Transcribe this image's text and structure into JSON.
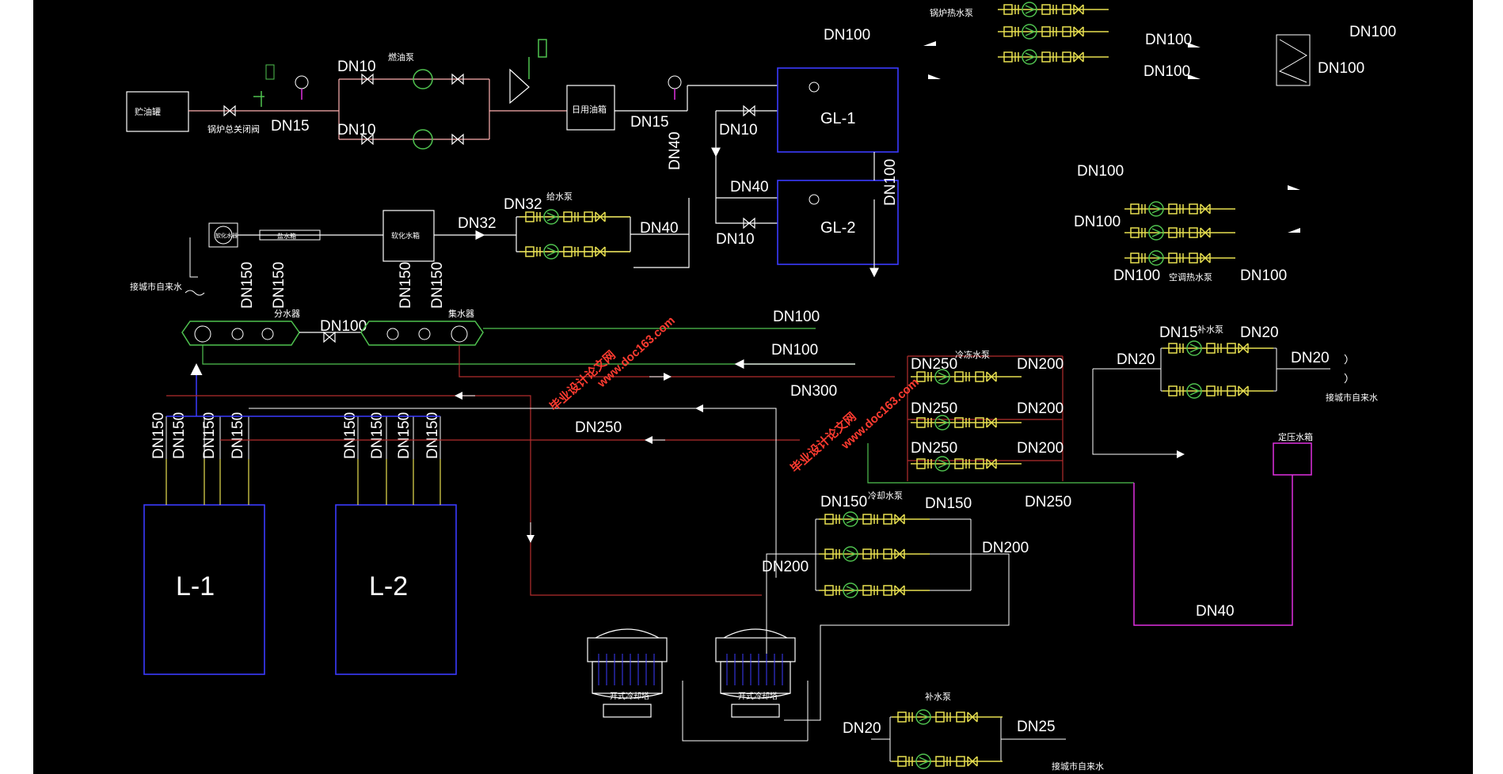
{
  "window": {
    "controls": "– ▫ ✕"
  },
  "colors": {
    "background": "#000000",
    "blue": "#3b3bff",
    "red": "#b32d2d",
    "green": "#4fc24f",
    "yellow": "#e8e050",
    "cyan": "#2fd0d0",
    "magenta": "#e030e0",
    "white": "#ffffff"
  },
  "labels": {
    "dn100_top": "DN100",
    "boiler_pump": "锅炉热水泵",
    "dn100_r1": "DN100",
    "dn100_r2": "DN100",
    "dn100_r3": "DN100",
    "dn100_r4": "DN100",
    "dn10_a": "DN10",
    "dn10_b": "DN10",
    "fuel_pump": "燃油泵",
    "oil_tank": "贮油罐",
    "main_valve": "锅炉总关闭阀",
    "dn15_a": "DN15",
    "day_tank": "日用油箱",
    "dn15_b": "DN15",
    "dn10_c": "DN10",
    "dn40_v": "DN40",
    "gl1": "GL-1",
    "gl2": "GL-2",
    "dn100_v": "DN100",
    "dn40_b": "DN40",
    "dn10_d": "DN10",
    "dn32": "DN32",
    "feed_pump": "给水泵",
    "dn40_c": "DN40",
    "softener": "软化水器",
    "salt": "盐水箱",
    "soft_tank": "软化水箱",
    "city_water_1": "接城市自来水",
    "dn150_1": "DN150",
    "dn150_2": "DN150",
    "dn150_3": "DN150",
    "dn150_4": "DN150",
    "divider": "分水器",
    "collector": "集水器",
    "dn100_m": "DN100",
    "dn100_line1": "DN100",
    "dn100_line2": "DN100",
    "dn300": "DN300",
    "dn250_main": "DN250",
    "dn100_hp": "DN100",
    "dn100_hp2": "DN100",
    "dn100_hp3": "DN100",
    "dn100_hp4": "DN100",
    "ac_pump": "空调热水泵",
    "dn15_mk": "DN15",
    "makeup_pump_top": "补水泵",
    "dn20_a": "DN20",
    "dn20_b": "DN20",
    "dn20_c": "DN20",
    "city_water_2": "接城市自来水",
    "expansion": "定压水箱",
    "dn250_a": "DN250",
    "dn250_b": "DN250",
    "dn250_c": "DN250",
    "chw_pump": "冷冻水泵",
    "dn200_a": "DN200",
    "dn200_b": "DN200",
    "dn200_c": "DN200",
    "dn250_d": "DN250",
    "dn150_l1": "DN150",
    "dn150_l2": "DN150",
    "dn150_l3": "DN150",
    "dn150_l4": "DN150",
    "dn150_l5": "DN150",
    "dn150_l6": "DN150",
    "dn150_l7": "DN150",
    "dn150_l8": "DN150",
    "l1": "L-1",
    "l2": "L-2",
    "dn150_cw1": "DN150",
    "cw_pump": "冷却水泵",
    "dn150_cw2": "DN150",
    "dn200_cw": "DN200",
    "dn200_cw2": "DN200",
    "dn40_exp": "DN40",
    "tower1": "开式冷却塔",
    "tower2": "开式冷却塔",
    "makeup_pump_bot": "补水泵",
    "dn20_bot": "DN20",
    "dn25_bot": "DN25",
    "city_water_3": "接城市自来水"
  },
  "watermark": {
    "text1": "毕业设计论文网",
    "text2": "www.doc163.com"
  }
}
